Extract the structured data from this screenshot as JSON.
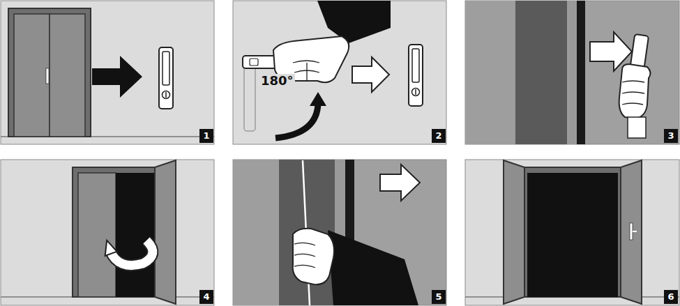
{
  "diagram": {
    "labels": [
      "1",
      "180°",
      "2",
      "3",
      "4",
      "5",
      "6"
    ]
  }
}
